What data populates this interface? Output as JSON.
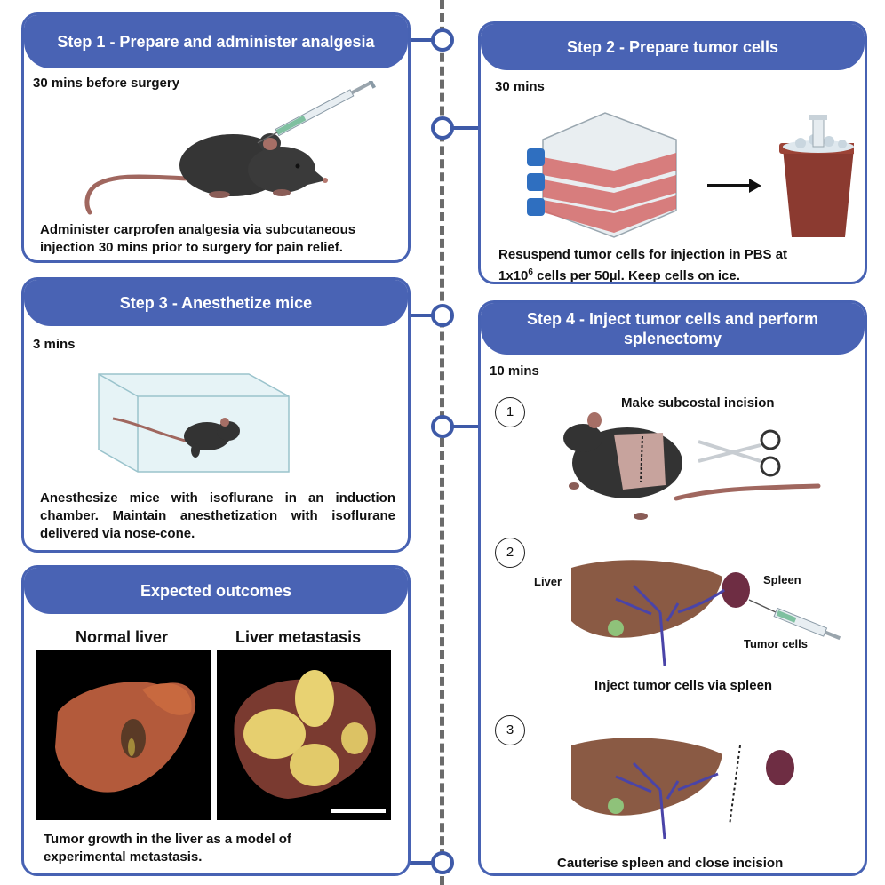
{
  "step1": {
    "title": "Step 1 - Prepare and administer analgesia",
    "duration": "30 mins before surgery",
    "description": "Administer carprofen analgesia via subcutaneous injection 30 mins prior to surgery for pain relief."
  },
  "step2": {
    "title": "Step 2 - Prepare tumor cells",
    "duration": "30 mins",
    "description_part1": "Resuspend tumor cells for injection in PBS at",
    "description_part2": "1x10",
    "description_sup": "6",
    "description_part3": " cells per 50µl. Keep cells on ice."
  },
  "step3": {
    "title": "Step 3 - Anesthetize mice",
    "duration": "3 mins",
    "description": "Anesthesize mice with isoflurane in an induction chamber. Maintain anesthetization with isoflurane delivered via nose-cone."
  },
  "step4": {
    "title": "Step 4 - Inject tumor cells and perform splenectomy",
    "duration": "10 mins",
    "substeps": [
      {
        "number": "1",
        "caption": "Make subcostal incision"
      },
      {
        "number": "2",
        "caption": "Inject tumor cells via spleen",
        "label_liver": "Liver",
        "label_spleen": "Spleen",
        "label_tumor": "Tumor cells"
      },
      {
        "number": "3",
        "caption": "Cauterise spleen and close incision"
      }
    ]
  },
  "outcomes": {
    "title": "Expected outcomes",
    "left_label": "Normal liver",
    "right_label": "Liver metastasis",
    "description": "Tumor growth in the liver as a model of experimental metastasis."
  },
  "colors": {
    "header": "#4963b4",
    "border": "#4762b3",
    "timeline": "#6b6b6b"
  }
}
